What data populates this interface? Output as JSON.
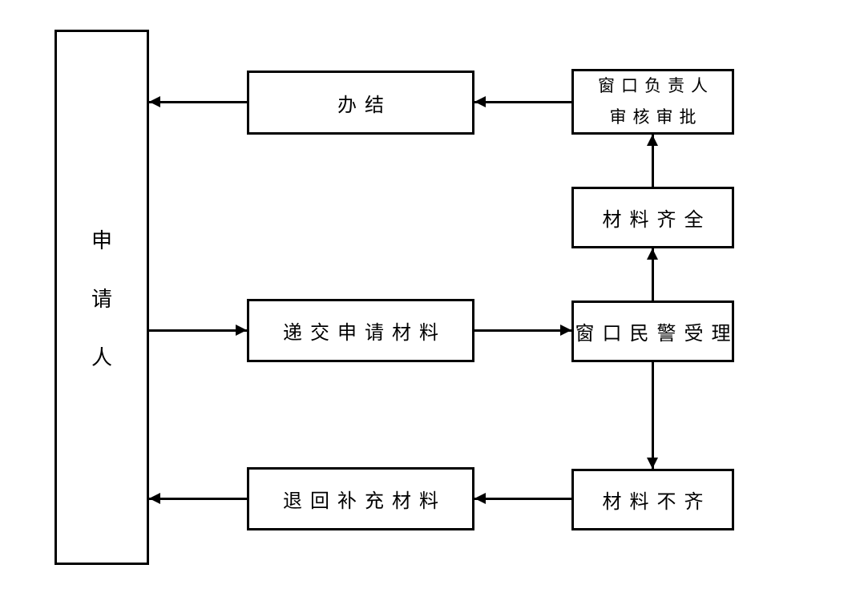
{
  "flowchart": {
    "background_color": "#ffffff",
    "line_color": "#000000",
    "nodes": {
      "applicant": {
        "label": "申请人",
        "chars": [
          "申",
          "请",
          "人"
        ]
      },
      "complete": {
        "label": "办结"
      },
      "supervisor_review": {
        "label": "窗口负责人 审核审批",
        "lines": [
          "窗口负责人",
          "审核审批"
        ]
      },
      "materials_complete": {
        "label": "材料齐全"
      },
      "submit_materials": {
        "label": "递交申请材料"
      },
      "police_accept": {
        "label": "窗口民警受理"
      },
      "return_materials": {
        "label": "退回补充材料"
      },
      "materials_incomplete": {
        "label": "材料不齐"
      }
    },
    "edges": [
      {
        "from": "applicant",
        "to": "submit_materials",
        "direction": "right"
      },
      {
        "from": "submit_materials",
        "to": "police_accept",
        "direction": "right"
      },
      {
        "from": "police_accept",
        "to": "materials_complete",
        "direction": "up"
      },
      {
        "from": "materials_complete",
        "to": "supervisor_review",
        "direction": "up"
      },
      {
        "from": "supervisor_review",
        "to": "complete",
        "direction": "left"
      },
      {
        "from": "complete",
        "to": "applicant",
        "direction": "left"
      },
      {
        "from": "police_accept",
        "to": "materials_incomplete",
        "direction": "down"
      },
      {
        "from": "materials_incomplete",
        "to": "return_materials",
        "direction": "left"
      },
      {
        "from": "return_materials",
        "to": "applicant",
        "direction": "left"
      }
    ]
  }
}
